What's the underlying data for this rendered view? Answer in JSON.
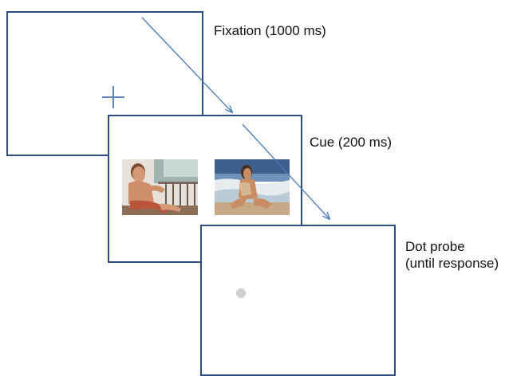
{
  "steps": {
    "fixation": {
      "label": "Fixation (1000 ms)"
    },
    "cue": {
      "label": "Cue (200 ms)"
    },
    "probe": {
      "label_line1": "Dot probe",
      "label_line2": "(until response)"
    }
  },
  "colors": {
    "frame": "#2f4d7e",
    "arrow": "#4a7ab8",
    "cross": "#5b86c0",
    "dot": "#cfcfcf"
  },
  "icons": {
    "fixation": "plus-cross",
    "probe": "gray-dot",
    "cue_left": "photo-male",
    "cue_right": "photo-female"
  }
}
